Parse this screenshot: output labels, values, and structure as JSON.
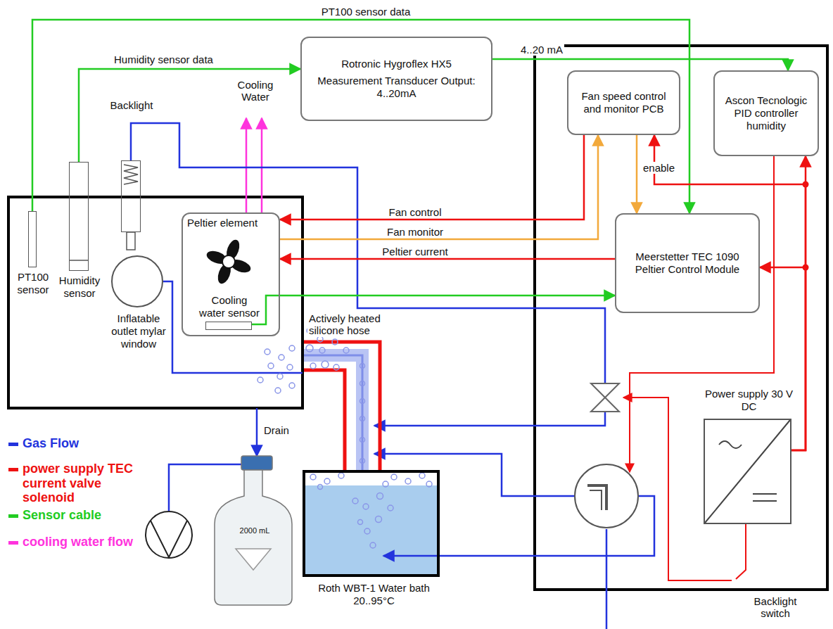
{
  "diagram": {
    "nodes": [
      {
        "text": [
          "Rotronic Hygroflex HX5",
          "Measurement Transducer Output: 4..20mA"
        ]
      },
      {
        "text": [
          "Fan speed control and monitor PCB"
        ]
      },
      {
        "text": [
          "Ascon Tecnologic PID controller humidity"
        ]
      },
      {
        "text": [
          "Peltier element"
        ]
      },
      {
        "text": [
          "Cooling water sensor"
        ],
        "in": 3
      },
      {
        "text": [
          "Meerstetter TEC 1090 Peltier Control Module"
        ]
      },
      {
        "text": [
          "PT100 sensor"
        ]
      },
      {
        "text": [
          "Humidity sensor"
        ]
      },
      {
        "text": [
          "Backlight"
        ]
      },
      {
        "text": [
          "Inflatable outlet mylar window"
        ]
      },
      {
        "text": [
          "Roth WBT-1 Water bath 20..95°C"
        ]
      },
      {
        "text": [
          "Power supply 30 V DC"
        ]
      }
    ],
    "edges": [
      {
        "from": 7,
        "to": 0,
        "label": "Humidity sensor data",
        "arrow": "to"
      },
      {
        "from": 6,
        "to": 5,
        "label": "PT100 sensor data",
        "arrow": "to"
      },
      {
        "from": 0,
        "to": 2,
        "label": "4..20 mA",
        "arrow": "to"
      },
      {
        "from": 1,
        "to": 3,
        "label": "Fan control",
        "arrow": "to"
      },
      {
        "from": 3,
        "to": 1,
        "label": "Fan monitor",
        "arrow": "to"
      },
      {
        "from": 5,
        "to": 3,
        "label": "Peltier current",
        "arrow": "to"
      },
      {
        "from": 4,
        "to": 5,
        "arrow": "to"
      },
      {
        "from": 1,
        "to": 5,
        "label": "enable",
        "arrow": "to"
      },
      {
        "from": 11,
        "to": 2,
        "arrow": "to"
      },
      {
        "from": 11,
        "to": 1,
        "arrow": "to"
      },
      {
        "from": 11,
        "to": 5,
        "arrow": "to"
      }
    ],
    "labels": [
      "Cooling Water",
      "Actively heated silicone hose",
      "Drain",
      "2000 mL",
      "Backlight switch"
    ],
    "legend": [
      {
        "text": "Gas Flow",
        "color": "#2233dd"
      },
      {
        "text": "power supply TEC current valve solenoid",
        "color": "#ee1111"
      },
      {
        "text": "Sensor cable",
        "color": "#22cc22"
      },
      {
        "text": "cooling water flow",
        "color": "#ff33dd"
      }
    ]
  }
}
